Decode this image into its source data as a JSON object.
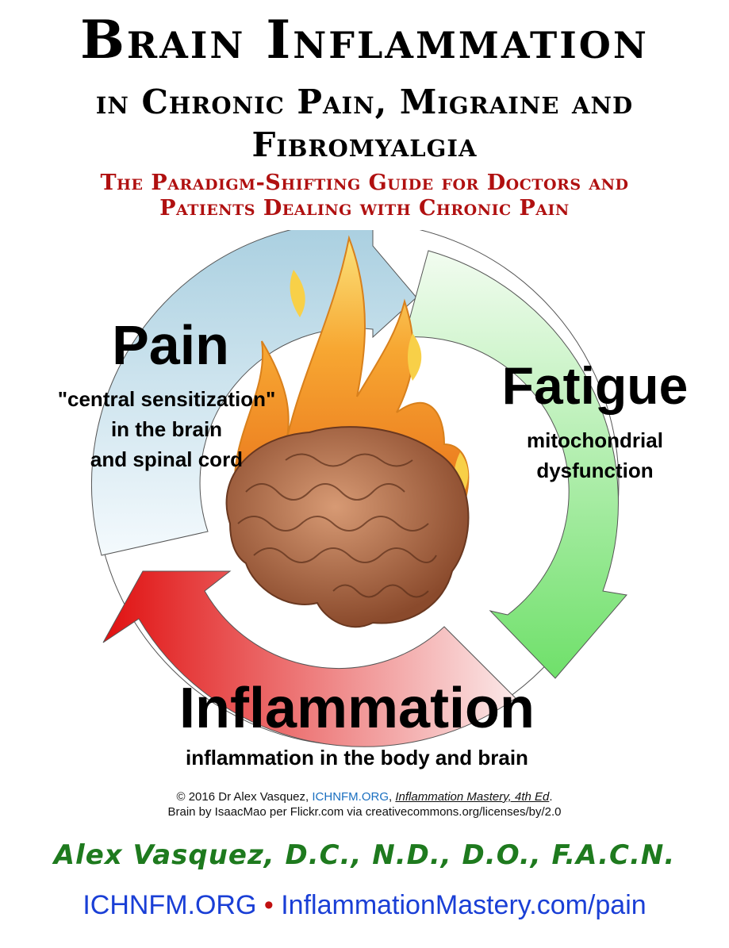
{
  "title": {
    "line1": "Brain Inflammation",
    "line2": "in Chronic Pain, Migraine and",
    "line3": "Fibromyalgia"
  },
  "subtitle": {
    "line1": "The Paradigm-Shifting Guide for Doctors and",
    "line2": "Patients Dealing with Chronic Pain"
  },
  "cycle": {
    "pain": {
      "heading": "Pain",
      "lines": [
        "\"central sensitization\"",
        "in the brain",
        "and spinal cord"
      ]
    },
    "fatigue": {
      "heading": "Fatigue",
      "lines": [
        "mitochondrial",
        "dysfunction"
      ]
    },
    "inflammation": {
      "heading": "Inflammation",
      "lines": [
        "inflammation in the body and brain"
      ]
    }
  },
  "credit": {
    "copyright": "© 2016 Dr Alex Vasquez, ",
    "site": "ICHNFM.ORG",
    "sep": ", ",
    "book": "Inflammation Mastery, 4th Ed",
    "end": ".",
    "line2": "Brain by IsaacMao per Flickr.com via creativecommons.org/licenses/by/2.0"
  },
  "author": "Alex Vasquez, D.C., N.D., D.O., F.A.C.N.",
  "links": {
    "site1": "ICHNFM.ORG",
    "bullet": "•",
    "site2": "InflammationMastery.com/pain"
  },
  "colors": {
    "title": "#000000",
    "subtitle": "#b01010",
    "author": "#1e7a1e",
    "links": "#1a3fd6"
  }
}
